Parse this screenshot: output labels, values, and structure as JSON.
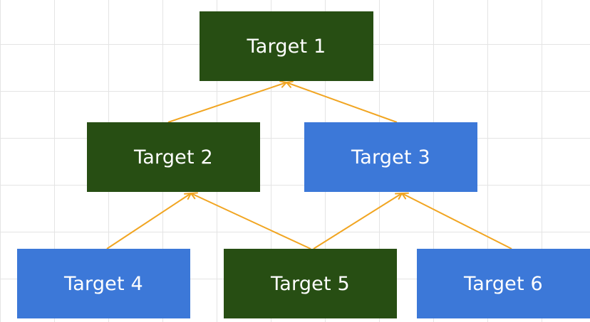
{
  "diagram": {
    "colors": {
      "dark": "#274e13",
      "blue": "#3c78d8",
      "edge": "#f1a521"
    },
    "nodes": [
      {
        "id": "n1",
        "label": "Target 1",
        "color": "dark"
      },
      {
        "id": "n2",
        "label": "Target 2",
        "color": "dark"
      },
      {
        "id": "n3",
        "label": "Target 3",
        "color": "blue"
      },
      {
        "id": "n4",
        "label": "Target 4",
        "color": "blue"
      },
      {
        "id": "n5",
        "label": "Target 5",
        "color": "dark"
      },
      {
        "id": "n6",
        "label": "Target 6",
        "color": "blue"
      }
    ],
    "edges": [
      {
        "from": "n2",
        "to": "n1"
      },
      {
        "from": "n3",
        "to": "n1"
      },
      {
        "from": "n4",
        "to": "n2"
      },
      {
        "from": "n5",
        "to": "n2"
      },
      {
        "from": "n5",
        "to": "n3"
      },
      {
        "from": "n6",
        "to": "n3"
      }
    ]
  }
}
